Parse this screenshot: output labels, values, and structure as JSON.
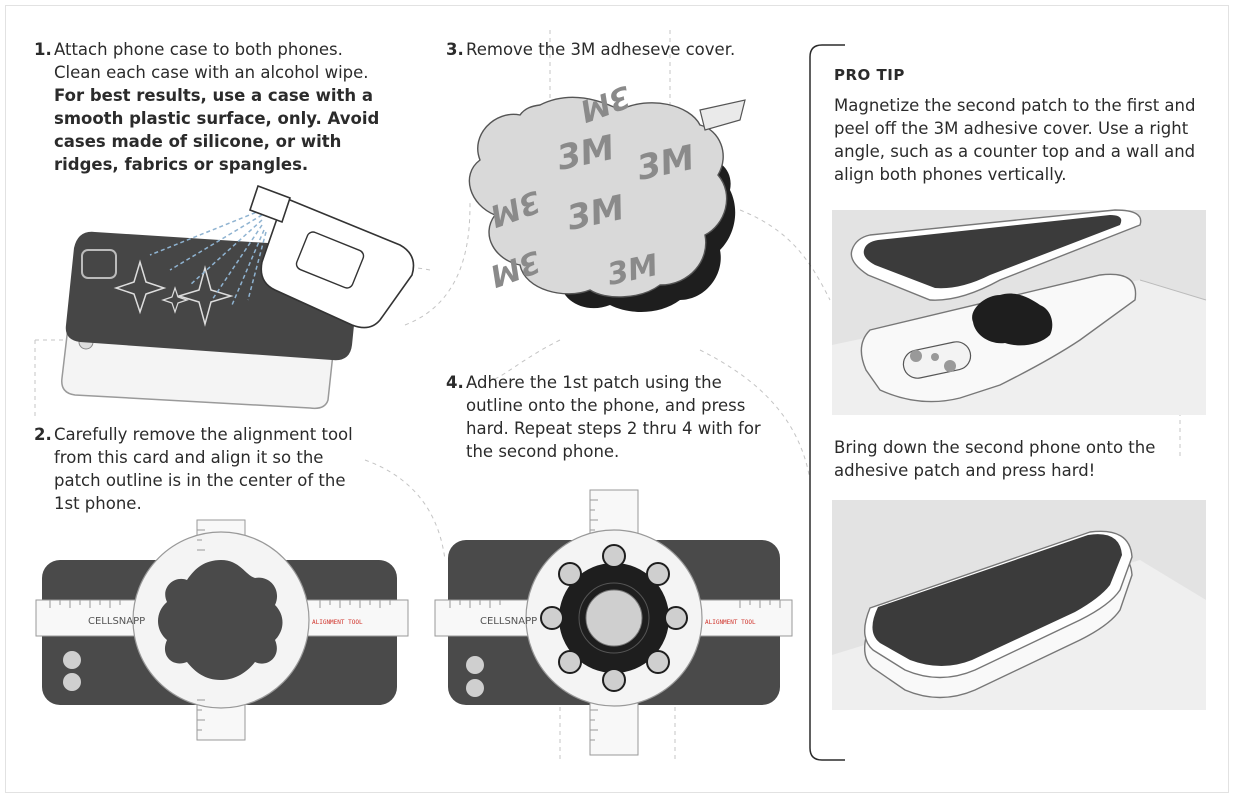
{
  "steps": {
    "step1": {
      "number": "1.",
      "text": "Attach phone case to both phones. Clean each case with an alcohol wipe.",
      "bold_text": "For best results, use a case with a smooth plastic surface, only. Avoid cases made of silicone, or with ridges, fabrics or spangles."
    },
    "step2": {
      "number": "2.",
      "text": "Carefully remove the alignment tool from this card and align it so the patch outline is in the center of the 1st phone."
    },
    "step3": {
      "number": "3.",
      "text": "Remove the 3M adheseve cover."
    },
    "step4": {
      "number": "4.",
      "text": "Adhere the 1st patch using the outline onto the phone, and press hard. Repeat steps 2 thru 4 with for the second phone."
    }
  },
  "pro_tip": {
    "title": "PRO TIP",
    "text": "Magnetize the second patch to the first and peel off the 3M adhesive cover. Use a right angle, such as a counter top and a wall and align both phones vertically.",
    "followup": "Bring down the second phone onto the adhesive patch and press hard!"
  },
  "tool": {
    "brand": "CELLSNAPP",
    "label": "ALIGNMENT TOOL"
  },
  "adhesive": {
    "logo_text": "3M"
  },
  "colors": {
    "text": "#2b2b2b",
    "phone_dark": "#4a4a4a",
    "phone_light": "#f4f4f4",
    "brand_red": "#d0342c",
    "outline": "#bdbdbd"
  }
}
